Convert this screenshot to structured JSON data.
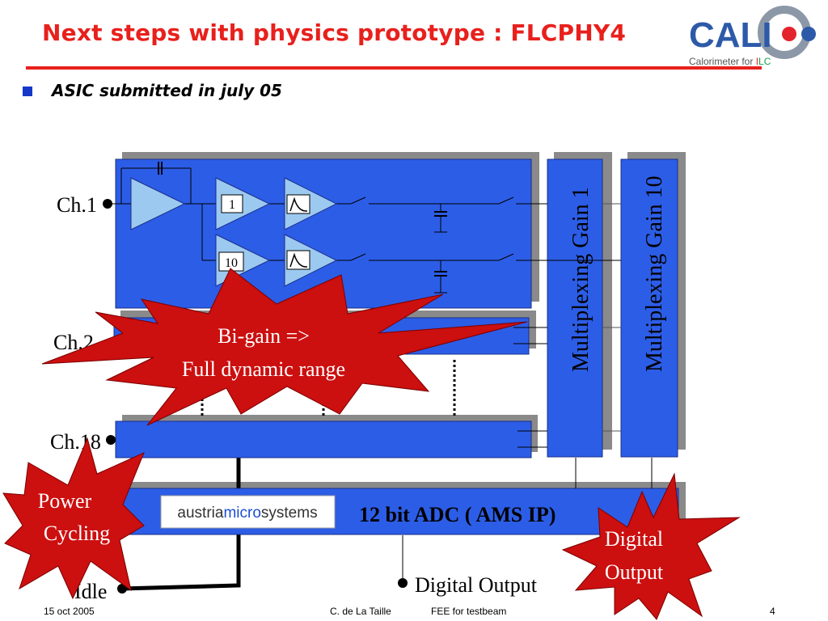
{
  "slide": {
    "title": "Next steps with physics prototype : FLCPHY4",
    "bullet": "ASIC submitted in july 05"
  },
  "logo": {
    "text_main": "CALI",
    "text_sub_prefix": "Calorimeter for ",
    "text_sub_i": "I",
    "text_sub_lc": "LC",
    "colors": {
      "blue": "#2d5aa8",
      "red": "#e3232b",
      "green": "#17a34a",
      "gray": "#8c98a8"
    }
  },
  "diagram": {
    "channels": {
      "ch1": "Ch.1",
      "ch2": "Ch.2",
      "ch18": "Ch.18"
    },
    "gain_1_label": "1",
    "gain_10_label": "10",
    "mux1": "Multiplexing Gain 1",
    "mux10": "Multiplexing Gain 10",
    "adc_label": "12 bit ADC ( AMS IP)",
    "vendor_logo": {
      "a": "austria",
      "b": "micro",
      "c": "systems"
    },
    "idle": "Idle",
    "digital_output_line": "Digital Output",
    "callout_bigain": {
      "line1": "Bi-gain =>",
      "line2": "Full dynamic range"
    },
    "callout_power": {
      "line1": "Power",
      "line2": "Cycling"
    },
    "callout_digital": {
      "line1": "Digital",
      "line2": "Output"
    },
    "colors": {
      "block_blue": "#2c5de6",
      "shadow_gray": "#8a8a8a",
      "amp_fill": "#9cc9f0",
      "star_red": "#cc0f0f"
    }
  },
  "footer": {
    "date": "15 oct 2005",
    "author": "C. de La Taille",
    "talk": "FEE for testbeam",
    "page": "4"
  }
}
